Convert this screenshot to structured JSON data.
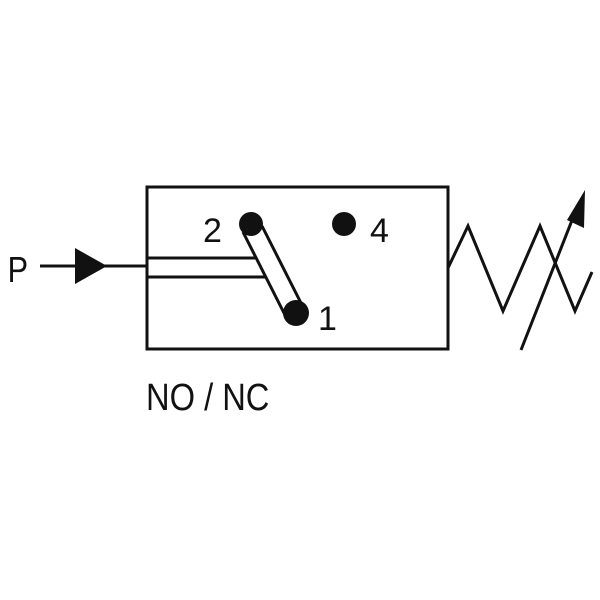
{
  "diagram": {
    "port_pressure": "P",
    "port_2": "2",
    "port_4": "4",
    "port_1": "1",
    "caption": "NO / NC",
    "stroke_color": "#111111"
  }
}
